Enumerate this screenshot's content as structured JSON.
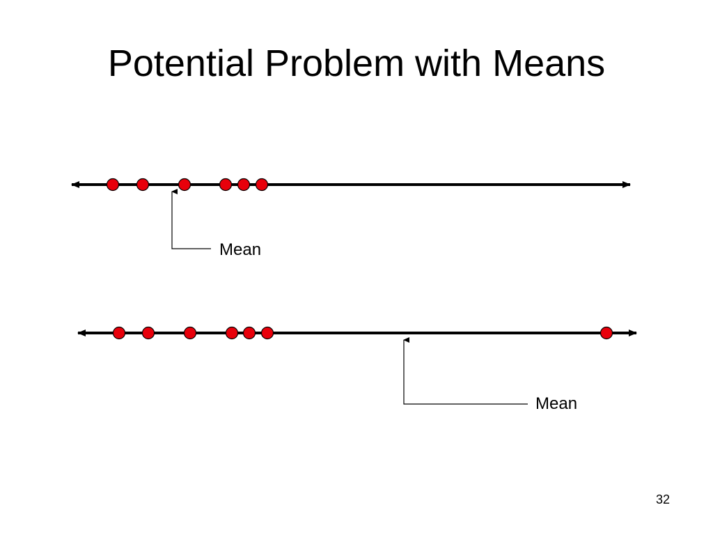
{
  "slide": {
    "title": "Potential Problem with Means",
    "page_number": "32"
  },
  "number_lines": [
    {
      "label": "Mean",
      "point_count": 6,
      "has_outlier": false
    },
    {
      "label": "Mean",
      "point_count": 7,
      "has_outlier": true
    }
  ],
  "colors": {
    "point_fill": "#e8000b",
    "point_stroke": "#000000",
    "line": "#000000",
    "background": "#ffffff"
  }
}
